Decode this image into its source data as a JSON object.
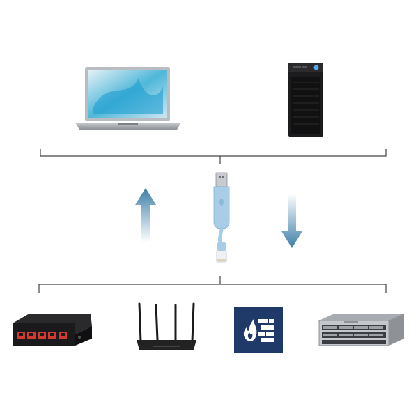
{
  "diagram": {
    "top_devices": [
      {
        "id": "laptop",
        "icon": "laptop-icon"
      },
      {
        "id": "desktop-tower",
        "icon": "desktop-tower-icon"
      }
    ],
    "connector": {
      "icon": "usb-to-rj45-console-cable-icon"
    },
    "arrows": [
      {
        "direction": "up",
        "icon": "arrow-up-icon"
      },
      {
        "direction": "down",
        "icon": "arrow-down-icon"
      }
    ],
    "bottom_devices": [
      {
        "id": "network-switch",
        "icon": "network-switch-icon"
      },
      {
        "id": "wifi-router",
        "icon": "wifi-router-icon"
      },
      {
        "id": "firewall",
        "icon": "firewall-icon"
      },
      {
        "id": "rack-server",
        "icon": "rack-server-icon"
      }
    ],
    "colors": {
      "line": "#444444",
      "arrow": "#3e7fa8",
      "cable": "#a9cde6",
      "firewall_bg": "#1f3a68"
    }
  }
}
